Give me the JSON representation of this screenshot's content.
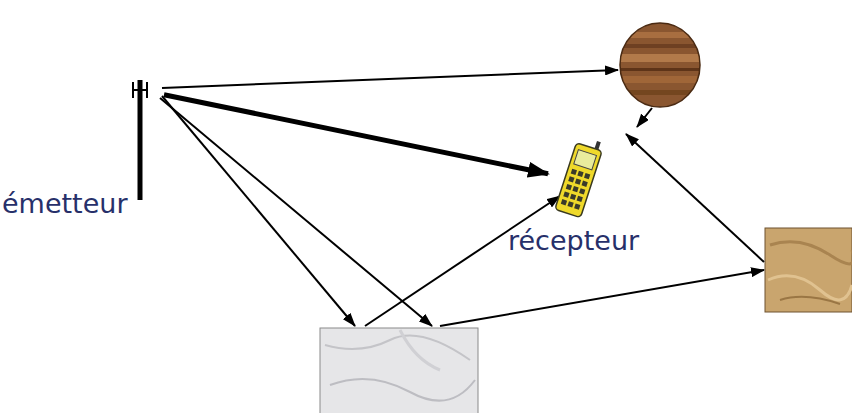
{
  "diagram": {
    "nodes": [
      {
        "text": [
          "émetteur"
        ]
      },
      {
        "text": [
          "récepteur"
        ]
      }
    ],
    "edges": [
      {
        "from": 0,
        "to": 1,
        "arrow": "to"
      }
    ]
  }
}
